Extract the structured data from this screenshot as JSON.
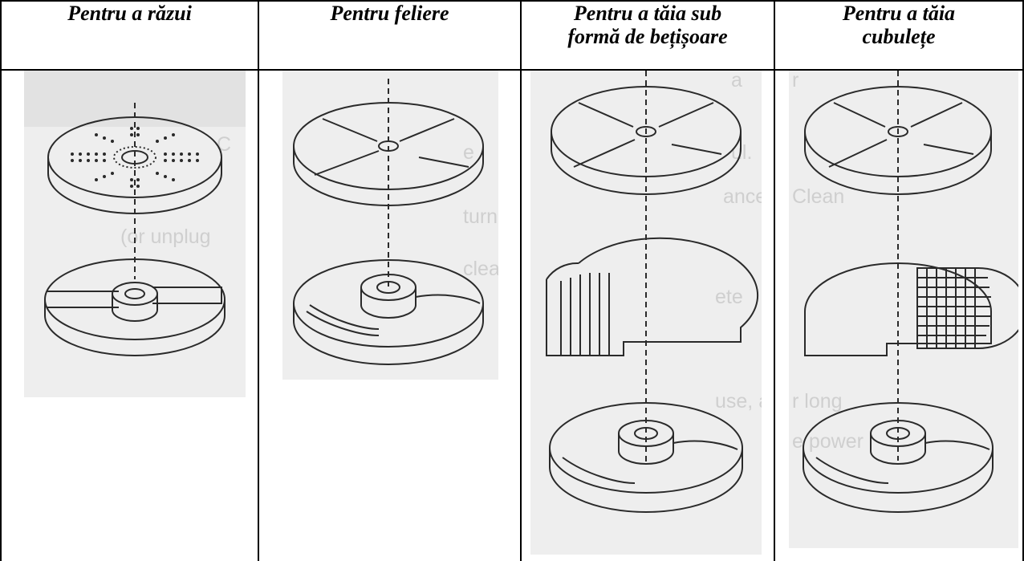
{
  "table": {
    "headers": [
      {
        "lines": [
          "Pentru a răzui"
        ]
      },
      {
        "lines": [
          "Pentru feliere"
        ]
      },
      {
        "lines": [
          "Pentru a tăia sub",
          "formă de bețișoare"
        ]
      },
      {
        "lines": [
          "Pentru a tăia",
          "cubulețe"
        ]
      }
    ]
  },
  "illustrations": [
    {
      "name": "grating-disc-illustration",
      "icon": "grating-disc"
    },
    {
      "name": "slicing-disc-illustration",
      "icon": "slicing-disc"
    },
    {
      "name": "julienne-disc-illustration",
      "icon": "julienne-disc"
    },
    {
      "name": "dicing-disc-illustration",
      "icon": "dicing-disc"
    }
  ],
  "colors": {
    "border": "#000000",
    "scan_background": "#eeeeee",
    "line_art": "#2a2a2a",
    "bleed_text": "#cfcfcf"
  }
}
